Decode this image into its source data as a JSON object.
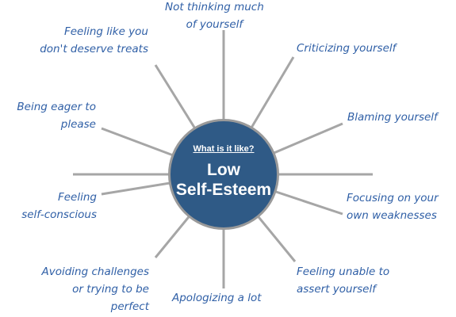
{
  "colors": {
    "center_fill": "#2f5a86",
    "center_ring": "#9a9a9a",
    "spoke": "#a6a6a6",
    "label_text": "#2f5fa6"
  },
  "center": {
    "subtitle": "What is it like?",
    "title_line1": "Low",
    "title_line2": "Self-Esteem"
  },
  "labels": {
    "not_thinking": [
      "Not thinking much",
      "of yourself"
    ],
    "criticizing": [
      "Criticizing yourself"
    ],
    "blaming": [
      "Blaming yourself"
    ],
    "focusing": [
      "Focusing on your",
      "own weaknesses"
    ],
    "unable_assert": [
      "Feeling unable to",
      "assert yourself"
    ],
    "apologizing": [
      "Apologizing a lot"
    ],
    "avoiding": [
      "Avoiding challenges",
      "or trying to be",
      "perfect"
    ],
    "self_conscious": [
      "Feeling",
      "self-conscious"
    ],
    "eager": [
      "Being eager to",
      "please"
    ],
    "no_treats": [
      "Feeling like you",
      "don't deserve treats"
    ]
  }
}
